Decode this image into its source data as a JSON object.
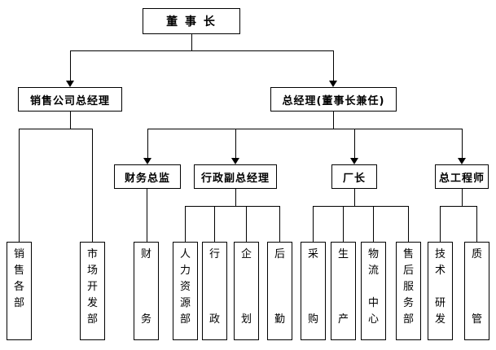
{
  "diagram_type": "org-chart",
  "colors": {
    "background": "#ffffff",
    "line": "#000000",
    "box_border": "#000000",
    "text": "#000000"
  },
  "nodes": {
    "chairman": "董 事 长",
    "sales_company_gm": "销售公司总经理",
    "general_manager": "总经理(董事长兼任)",
    "finance_director": "财务总监",
    "admin_deputy_gm": "行政副总经理",
    "factory_director": "厂长",
    "chief_engineer": "总工程师",
    "sales_departments": "销\n售\n各\n部",
    "market_dev_dept": "市\n场\n开\n发\n部",
    "finance": "财\n\n\n\n务",
    "hr_dept": "人\n力\n资\n源\n部",
    "admin": "行\n\n\n\n政",
    "planning": "企\n\n\n\n划",
    "logistics_support": "后\n\n\n\n勤",
    "procurement": "采\n\n\n\n购",
    "production": "生\n\n\n\n产",
    "logistics_center": "物\n流\n\n中\n心",
    "after_sales_dept": "售\n后\n服\n务\n部",
    "tech_rnd": "技\n术\n\n研\n发",
    "quality_mgmt": "质\n\n\n\n管"
  },
  "structure": {
    "chairman": [
      "sales_company_gm",
      "general_manager"
    ],
    "sales_company_gm": [
      "sales_departments",
      "market_dev_dept"
    ],
    "general_manager": [
      "finance_director",
      "admin_deputy_gm",
      "factory_director",
      "chief_engineer"
    ],
    "finance_director": [
      "finance"
    ],
    "admin_deputy_gm": [
      "hr_dept",
      "admin",
      "planning",
      "logistics_support"
    ],
    "factory_director": [
      "procurement",
      "production",
      "logistics_center",
      "after_sales_dept"
    ],
    "chief_engineer": [
      "tech_rnd",
      "quality_mgmt"
    ]
  },
  "arrow_edges": [
    "chairman→sales_company_gm",
    "chairman→general_manager",
    "general_manager→finance_director",
    "general_manager→admin_deputy_gm",
    "general_manager→factory_director",
    "general_manager→chief_engineer"
  ]
}
